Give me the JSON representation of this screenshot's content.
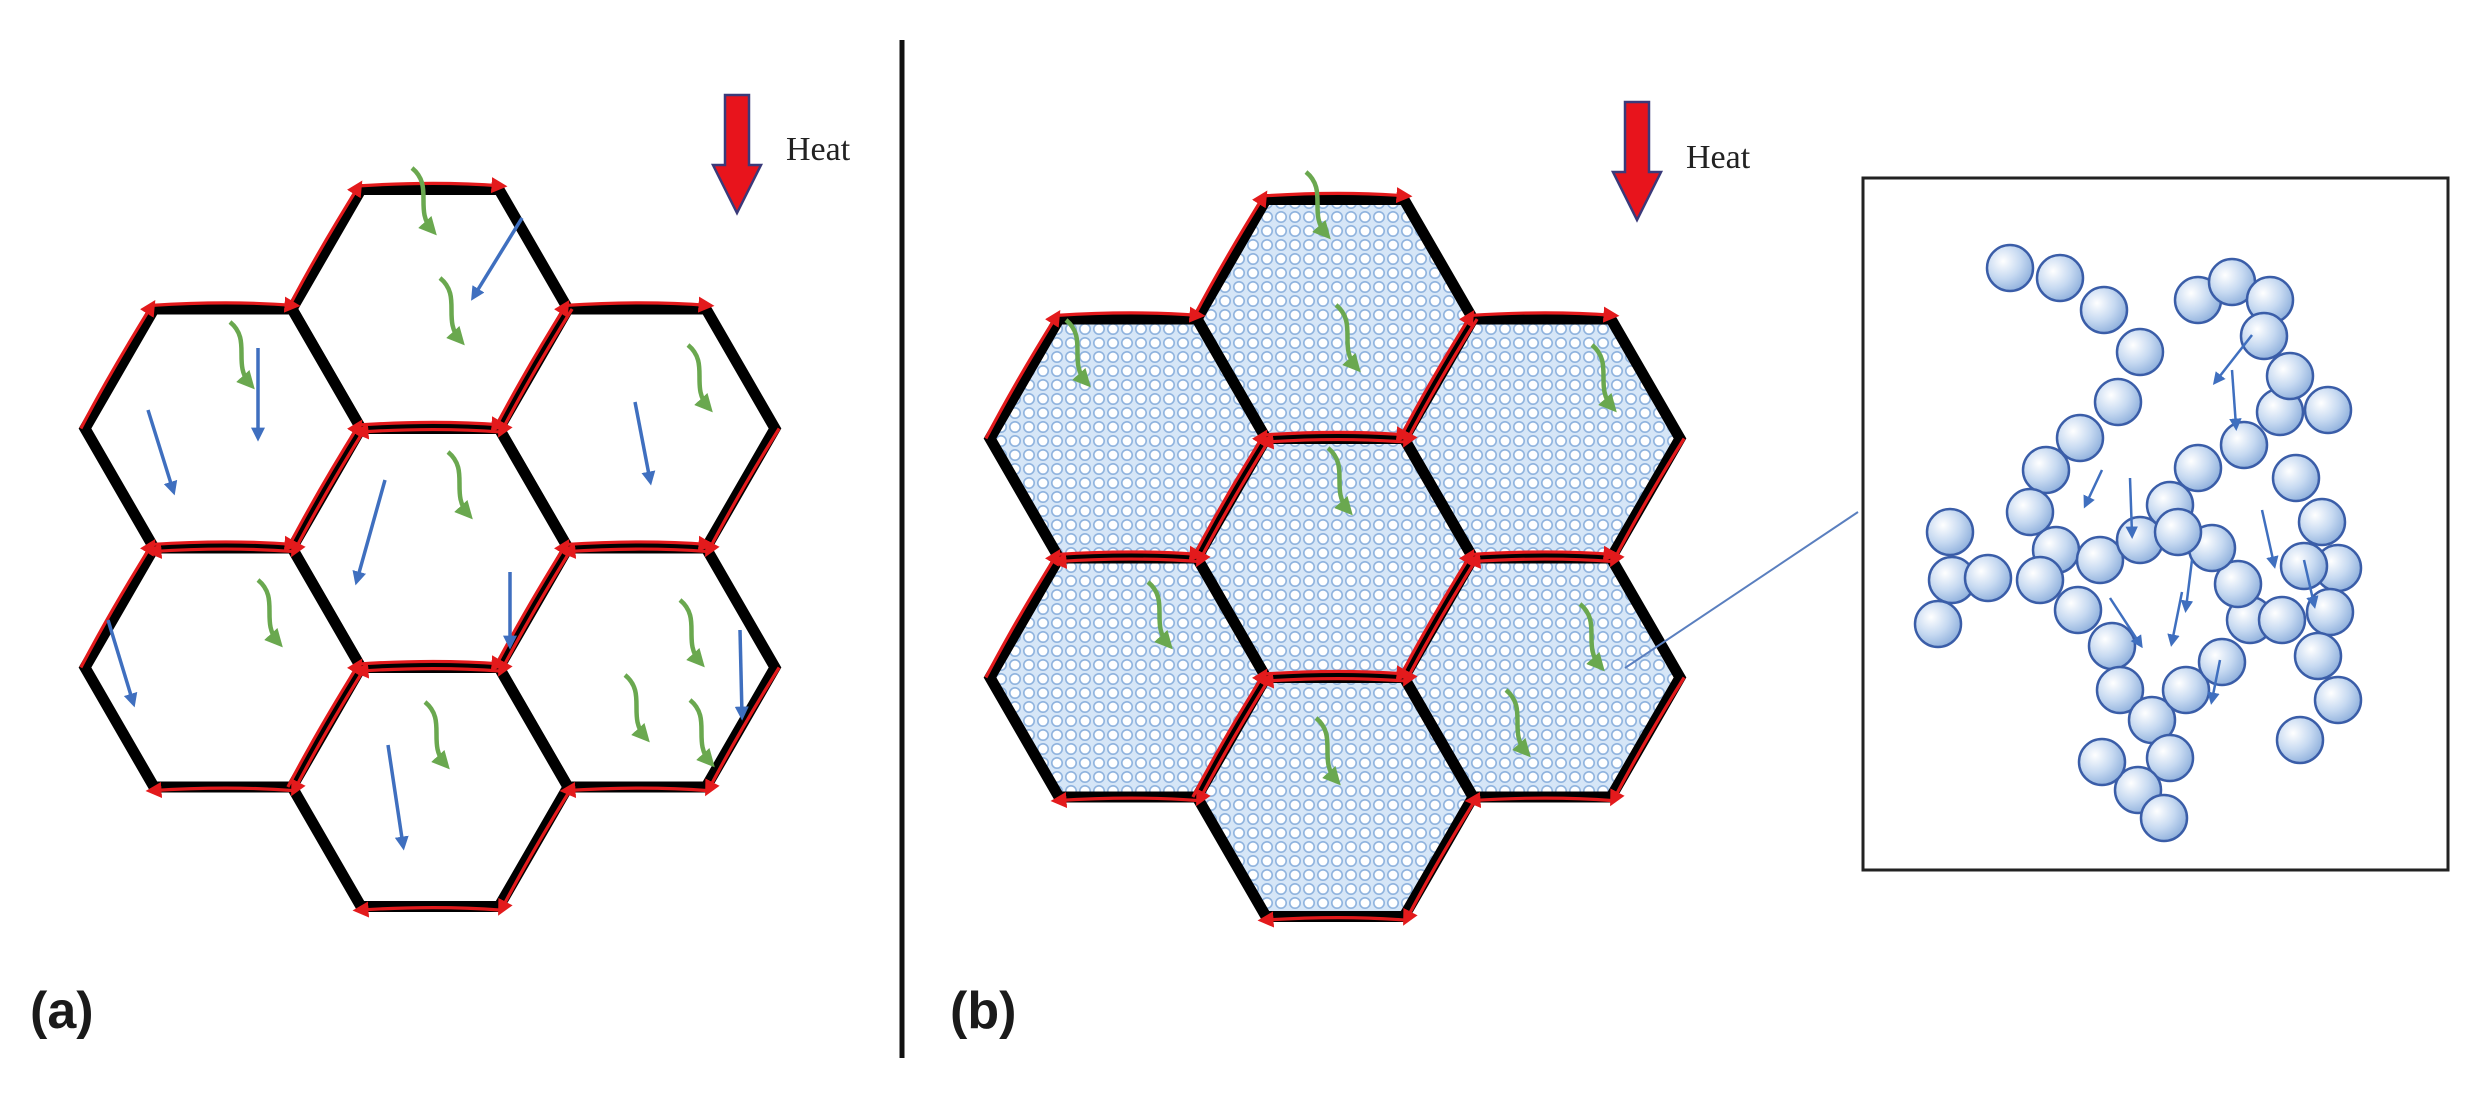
{
  "panels": [
    {
      "id": "a",
      "label": "(a)",
      "filled": false,
      "heat_label": "Heat"
    },
    {
      "id": "b",
      "label": "(b)",
      "filled": true,
      "heat_label": "Heat"
    }
  ],
  "colors": {
    "cell_wall": "#000000",
    "flow_curve": "#e31a1c",
    "green_arrow": "#6aa84f",
    "blue_arrow": "#3f6fbf",
    "heat_arrow": "#e8141c",
    "heat_arrow_outline": "#3a3a7a",
    "particle_fill": "#c6d9f1",
    "particle_stroke": "#3a5da8",
    "divider": "#111111"
  },
  "icons": {
    "heat": "down-arrow-icon",
    "green": "curved-arrow-icon",
    "blue": "straight-arrow-icon"
  }
}
